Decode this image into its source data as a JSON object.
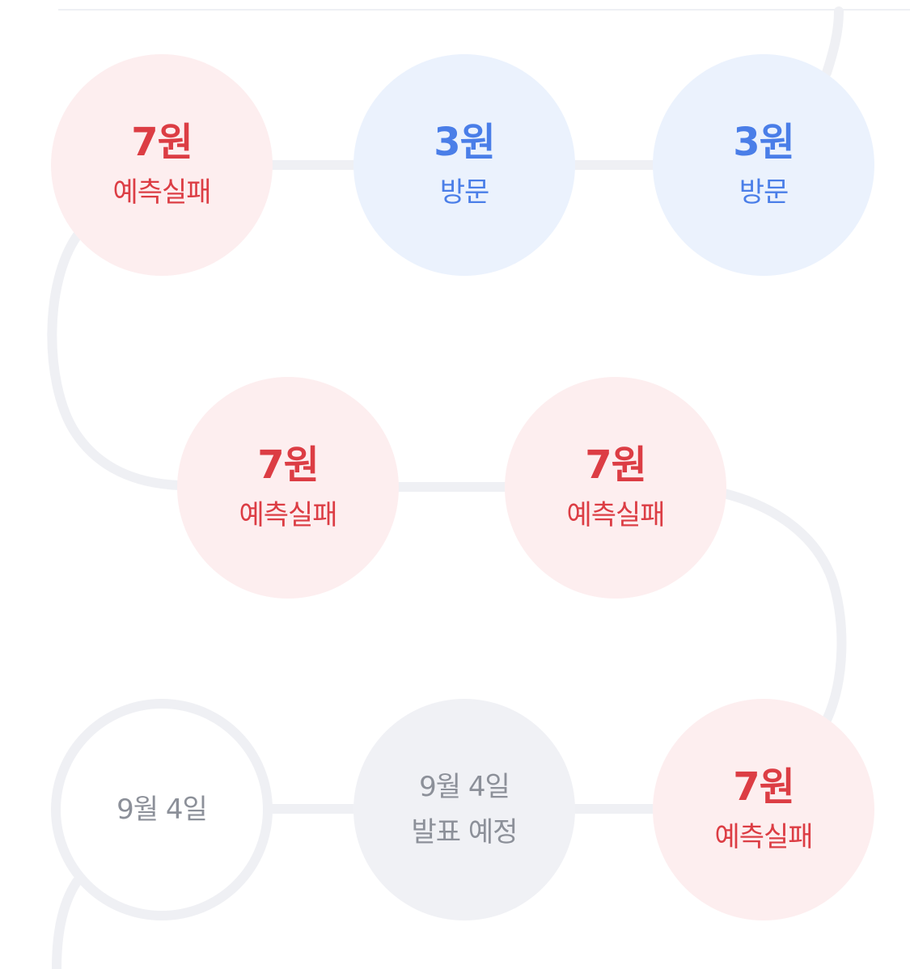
{
  "timeline": {
    "nodes": [
      {
        "amount": "7원",
        "status": "예측실패"
      },
      {
        "amount": "3원",
        "status": "방문"
      },
      {
        "amount": "3원",
        "status": "방문"
      },
      {
        "amount": "7원",
        "status": "예측실패"
      },
      {
        "amount": "7원",
        "status": "예측실패"
      },
      {
        "amount": "7원",
        "status": "예측실패"
      },
      {
        "line1": "9월 4일",
        "line2": "발표 예정"
      },
      {
        "line1": "9월 4일"
      }
    ]
  },
  "colors": {
    "fail_text": "#dc3d44",
    "fail_bg": "#fdeeef",
    "visit_text": "#4a7ee8",
    "visit_bg": "#ebf2fd",
    "pending_bg": "#f0f1f5",
    "muted_text": "#8c9099",
    "track": "#eff0f4"
  }
}
